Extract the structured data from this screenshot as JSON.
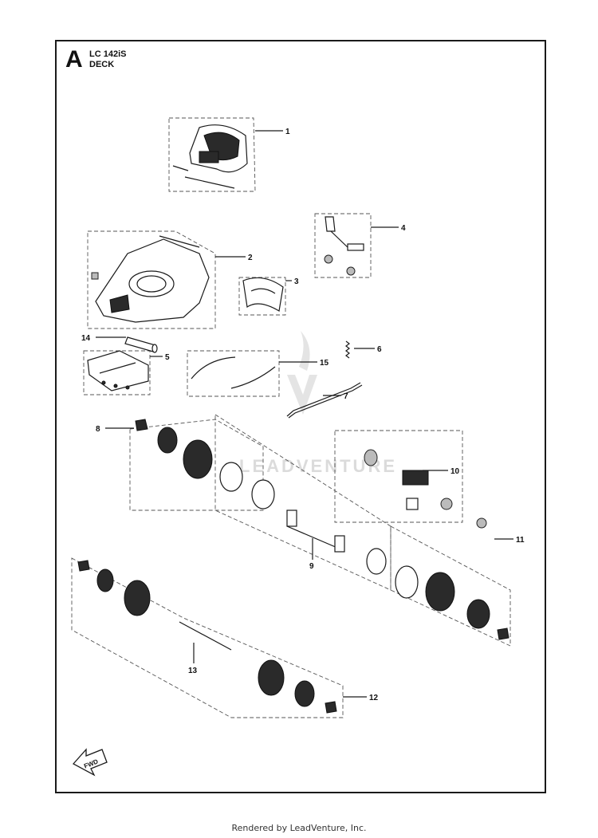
{
  "header": {
    "section_letter": "A",
    "model": "LC 142iS",
    "assembly": "DECK"
  },
  "callouts": [
    "1",
    "2",
    "3",
    "4",
    "5",
    "6",
    "7",
    "8",
    "9",
    "10",
    "11",
    "12",
    "13",
    "14",
    "15"
  ],
  "watermark": "LEADVENTURE",
  "fwd_label": "FWD",
  "footer": "Rendered by LeadVenture, Inc.",
  "colors": {
    "line": "#1a1a1a",
    "dash": "#555555",
    "watermark": "#d8d8d8"
  }
}
